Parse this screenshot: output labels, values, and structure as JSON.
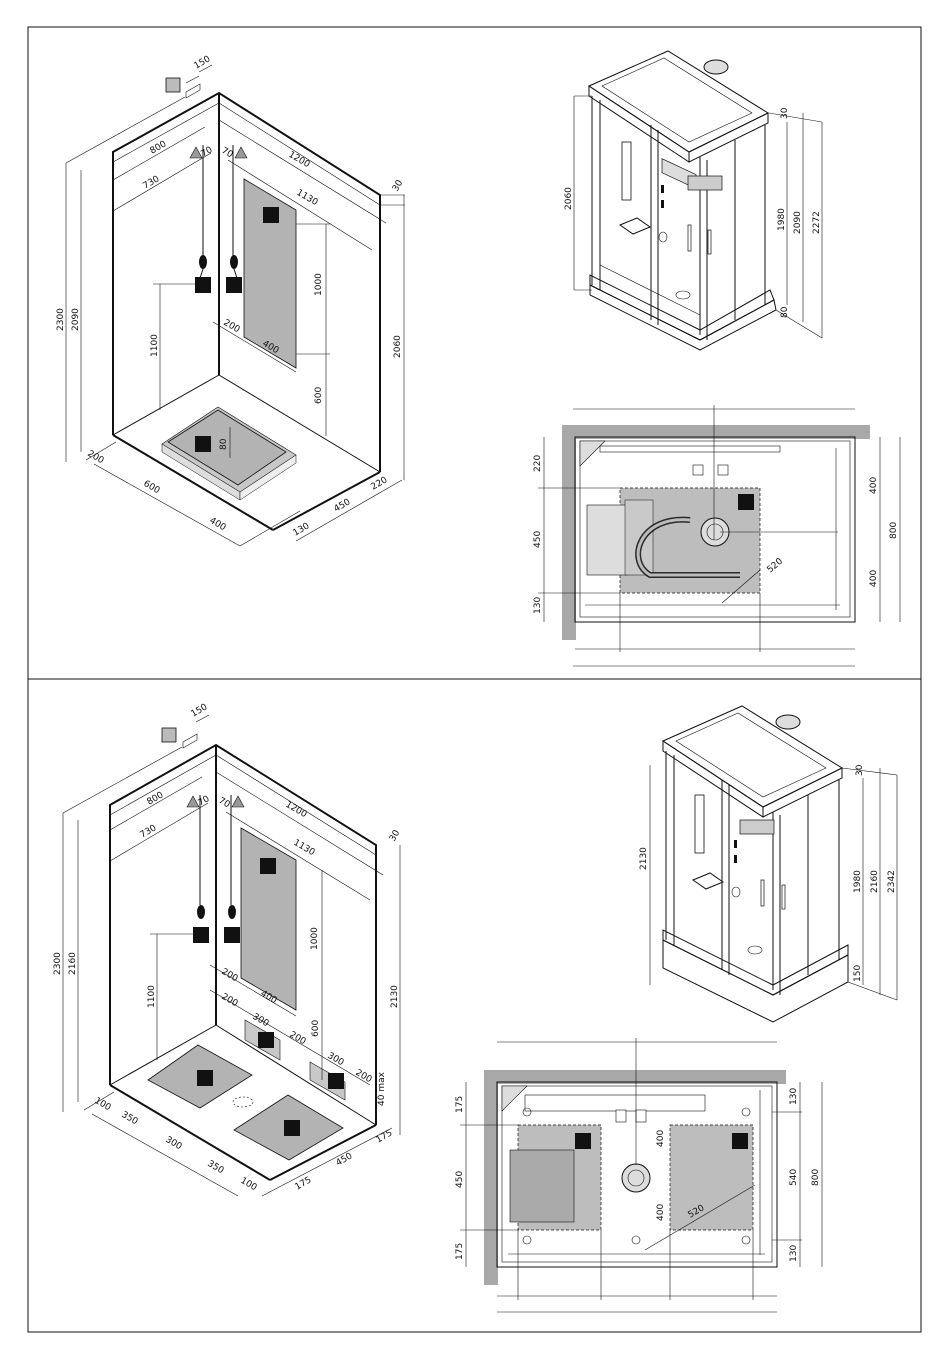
{
  "top": {
    "height_labels": {
      "total_height": "2300",
      "shower_height": "2090",
      "right_height": "2060",
      "side_top": "30"
    },
    "width_labels": {
      "top_800": "800",
      "top_730": "730",
      "side_1200": "1200",
      "side_1130": "1130",
      "offset_70a": "70",
      "offset_70b": "70",
      "small_150": "150"
    },
    "panel_labels": {
      "panel_1000": "1000",
      "panel_200": "200",
      "panel_400": "400",
      "panel_600": "600",
      "pipe_1100": "1100",
      "tray_80": "80"
    },
    "floor_labels": {
      "floor_200": "200",
      "floor_600": "600",
      "floor_400": "400",
      "floor_130": "130",
      "floor_450": "450",
      "floor_220": "220"
    },
    "iso_labels": {
      "iso_2060": "2060",
      "iso_1980": "1980",
      "iso_2090": "2090",
      "iso_2272": "2272",
      "iso_30": "30",
      "iso_80": "80"
    },
    "plan_labels": {
      "plan_220": "220",
      "plan_450": "450",
      "plan_130": "130",
      "plan_400a": "400",
      "plan_400b": "400",
      "plan_800": "800",
      "plan_520": "520"
    }
  },
  "bottom": {
    "height_labels": {
      "total_height": "2300",
      "shower_height": "2160",
      "right_height": "2130",
      "side_top": "30"
    },
    "width_labels": {
      "top_800": "800",
      "top_730": "730",
      "side_1200": "1200",
      "side_1130": "1130",
      "offset_70a": "70",
      "offset_70b": "70",
      "small_150": "150"
    },
    "panel_labels": {
      "panel_1000": "1000",
      "panel_200a": "200",
      "panel_400": "400",
      "panel_200b": "200",
      "panel_300": "300",
      "panel_200c": "200",
      "panel_600": "600",
      "pipe_1100": "1100",
      "step_300": "300",
      "step_200": "200",
      "step_40max": "40 max"
    },
    "floor_labels": {
      "floor_100a": "100",
      "floor_350a": "350",
      "floor_300": "300",
      "floor_350b": "350",
      "floor_100b": "100",
      "floor_175a": "175",
      "floor_450": "450",
      "floor_175b": "175"
    },
    "iso_labels": {
      "iso_2130": "2130",
      "iso_1980": "1980",
      "iso_2160": "2160",
      "iso_2342": "2342",
      "iso_30": "30",
      "iso_150": "150"
    },
    "plan_labels": {
      "plan_175a": "175",
      "plan_450": "450",
      "plan_175b": "175",
      "plan_400a": "400",
      "plan_400b": "400",
      "plan_520": "520",
      "plan_130a": "130",
      "plan_540": "540",
      "plan_130b": "130",
      "plan_800": "800"
    }
  }
}
